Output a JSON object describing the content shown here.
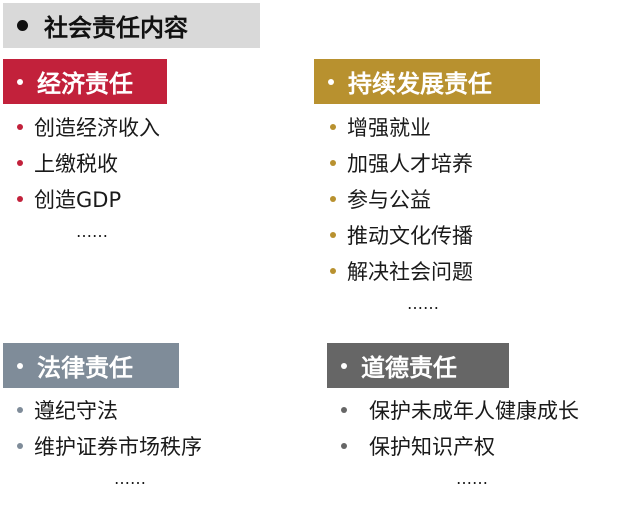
{
  "title": "社会责任内容",
  "colors": {
    "economic": "#c2213b",
    "sustain": "#b8912f",
    "legal": "#7f8c99",
    "moral": "#666666"
  },
  "sections": {
    "economic": {
      "header": "经济责任",
      "items": [
        "创造经济收入",
        "上缴税收",
        "创造GDP"
      ],
      "ellipsis": "……"
    },
    "sustain": {
      "header": "持续发展责任",
      "items": [
        "增强就业",
        "加强人才培养",
        "参与公益",
        "推动文化传播",
        "解决社会问题"
      ],
      "ellipsis": "……"
    },
    "legal": {
      "header": "法律责任",
      "items": [
        "遵纪守法",
        "维护证券市场秩序"
      ],
      "ellipsis": "……"
    },
    "moral": {
      "header": "道德责任",
      "items": [
        "保护未成年人健康成长",
        "保护知识产权"
      ],
      "ellipsis": "……"
    }
  }
}
